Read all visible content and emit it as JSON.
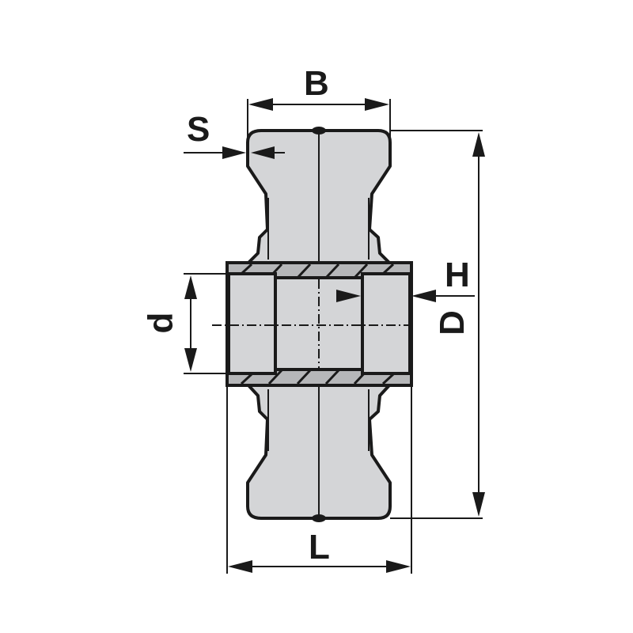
{
  "drawing": {
    "subject": "wheel with hub (cross-section)",
    "labels": {
      "B": "B",
      "S": "S",
      "H": "H",
      "D": "D",
      "d": "d",
      "L": "L"
    },
    "dimension_meanings": {
      "B": "tread width",
      "S": "tread thickness",
      "H": "hub offset",
      "D": "wheel diameter",
      "d": "bore diameter",
      "L": "hub length"
    },
    "colors": {
      "fill": "#d4d5d7",
      "hatch_fill": "#b6b7b9",
      "stroke": "#1a1a1a",
      "background": "#ffffff"
    }
  }
}
